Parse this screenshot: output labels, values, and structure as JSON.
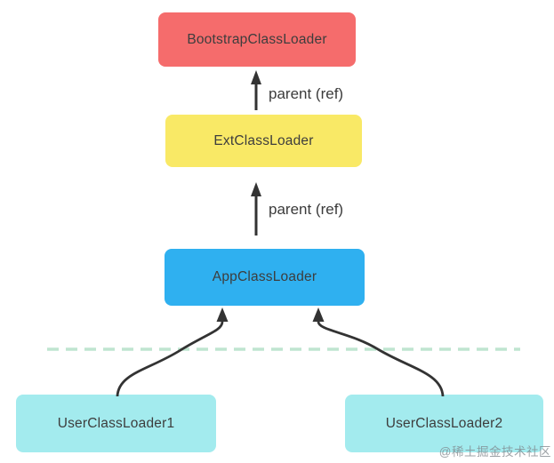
{
  "diagram": {
    "title_implicit": "Java ClassLoader delegation hierarchy",
    "nodes": {
      "bootstrap": {
        "label": "BootstrapClassLoader",
        "color": "#f56c6c"
      },
      "ext": {
        "label": "ExtClassLoader",
        "color": "#f9e966"
      },
      "app": {
        "label": "AppClassLoader",
        "color": "#2fb0f0"
      },
      "user1": {
        "label": "UserClassLoader1",
        "color": "#a3ebee"
      },
      "user2": {
        "label": "UserClassLoader2",
        "color": "#a3ebee"
      }
    },
    "edges": [
      {
        "from": "ExtClassLoader",
        "to": "BootstrapClassLoader",
        "label": "parent (ref)",
        "style": "straight-up-arrow"
      },
      {
        "from": "AppClassLoader",
        "to": "ExtClassLoader",
        "label": "parent (ref)",
        "style": "straight-up-arrow"
      },
      {
        "from": "UserClassLoader1",
        "to": "AppClassLoader",
        "label": "",
        "style": "curved-up-arrow"
      },
      {
        "from": "UserClassLoader2",
        "to": "AppClassLoader",
        "label": "",
        "style": "curved-up-arrow"
      }
    ],
    "separator": {
      "style": "dashed-horizontal-line",
      "color": "#bfe5d0"
    },
    "colors": {
      "arrow": "#333333",
      "node_text": "#3d3d3d",
      "background": "#ffffff"
    },
    "watermark": "@稀土掘金技术社区"
  }
}
